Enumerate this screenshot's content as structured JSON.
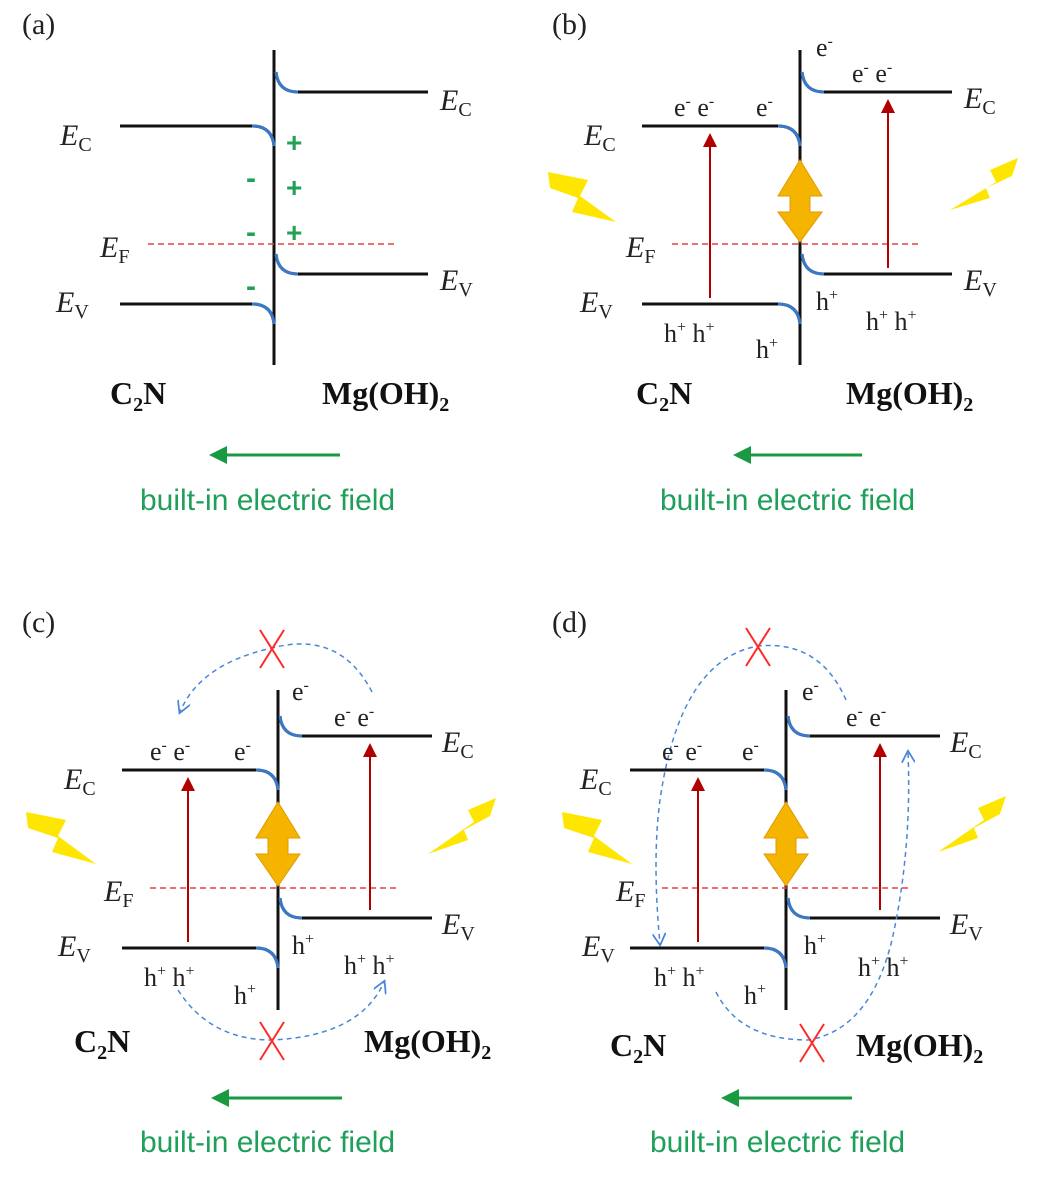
{
  "panels": [
    {
      "label": "(a)"
    },
    {
      "label": "(b)"
    },
    {
      "label": "(c)"
    },
    {
      "label": "(d)"
    }
  ],
  "levels": {
    "ec": "E",
    "ec_sub": "C",
    "ef": "E",
    "ef_sub": "F",
    "ev": "E",
    "ev_sub": "V"
  },
  "materials": {
    "left": "C",
    "left_sub": "2",
    "left_tail": "N",
    "right": "Mg(OH)",
    "right_sub": "2"
  },
  "carriers": {
    "e": "e",
    "e_sup": "-",
    "h": "h",
    "h_sup": "+"
  },
  "charges": {
    "plus": "+",
    "minus": "-"
  },
  "field_label": "built-in electric field",
  "colors": {
    "band_line": "#111111",
    "bend": "#3a78c8",
    "fermi": "#e84040",
    "excitation": "#b00000",
    "field": "#1a9a40",
    "transfer": "#f5b400",
    "lightning": "#ffe600",
    "blocked": "#ff2a2a",
    "path": "#4a86d8"
  }
}
